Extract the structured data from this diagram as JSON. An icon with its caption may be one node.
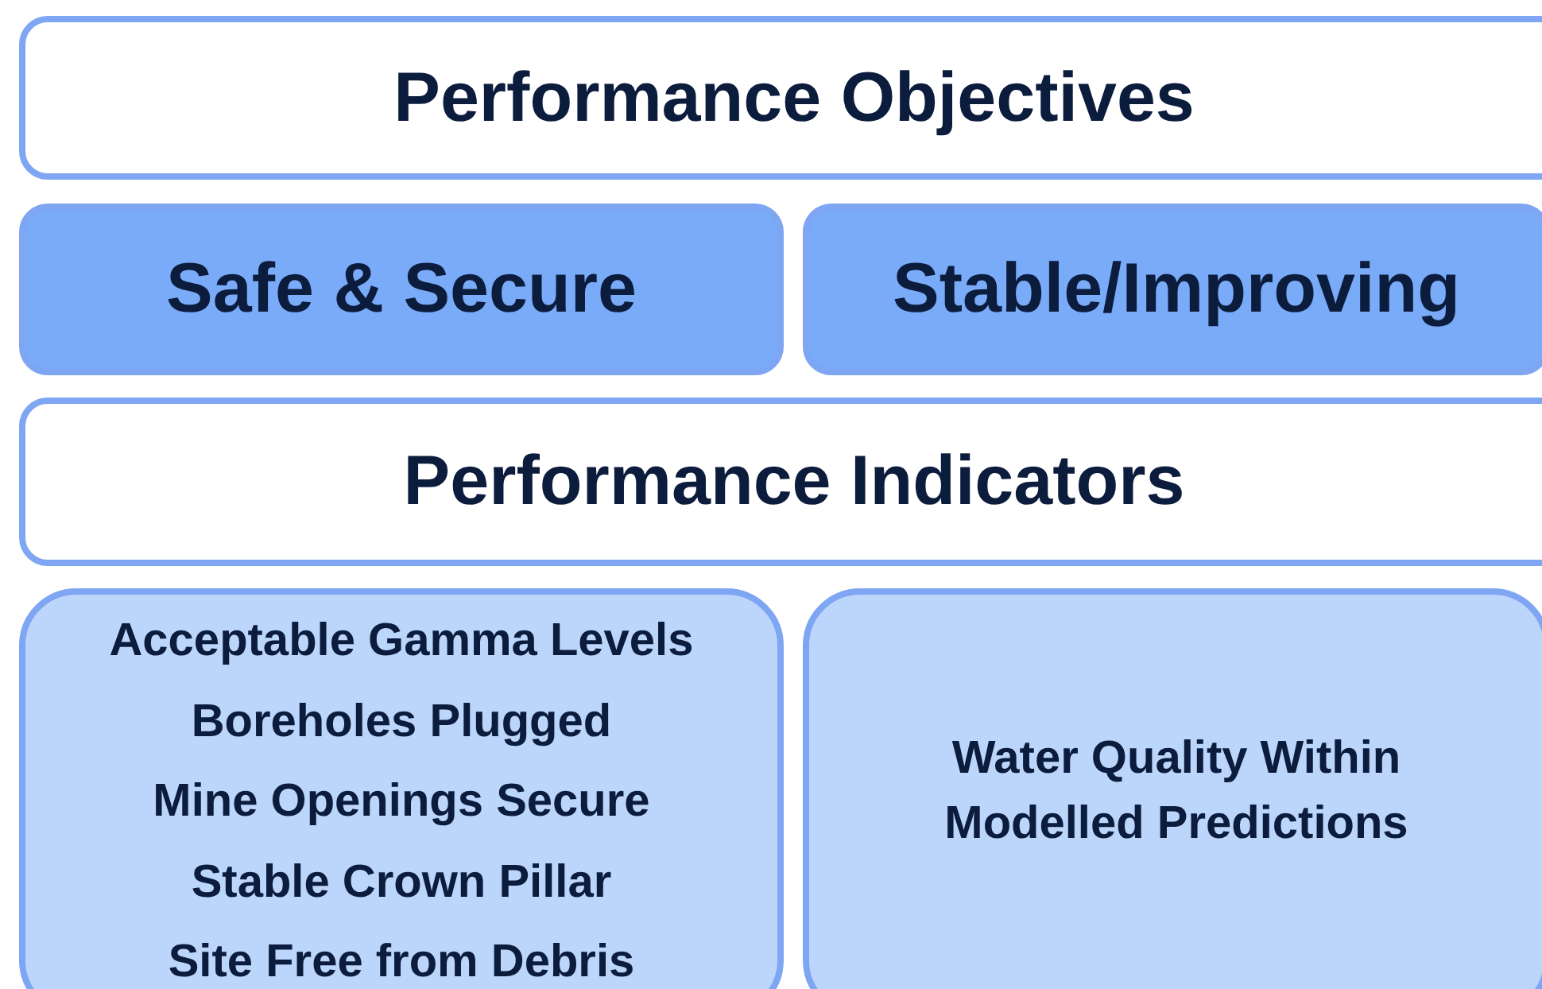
{
  "diagram": {
    "nodes": [
      {
        "text": [
          "Performance Objectives"
        ]
      },
      {
        "text": [
          "Safe & Secure"
        ]
      },
      {
        "text": [
          "Stable/Improving"
        ]
      },
      {
        "text": [
          "Performance Indicators"
        ]
      },
      {
        "text": [
          "Acceptable Gamma Levels",
          "Boreholes Plugged",
          "Mine Openings Secure",
          "Stable Crown Pillar",
          "Site Free from Debris"
        ]
      },
      {
        "text": [
          "Water Quality Within Modelled Predictions"
        ]
      }
    ]
  }
}
